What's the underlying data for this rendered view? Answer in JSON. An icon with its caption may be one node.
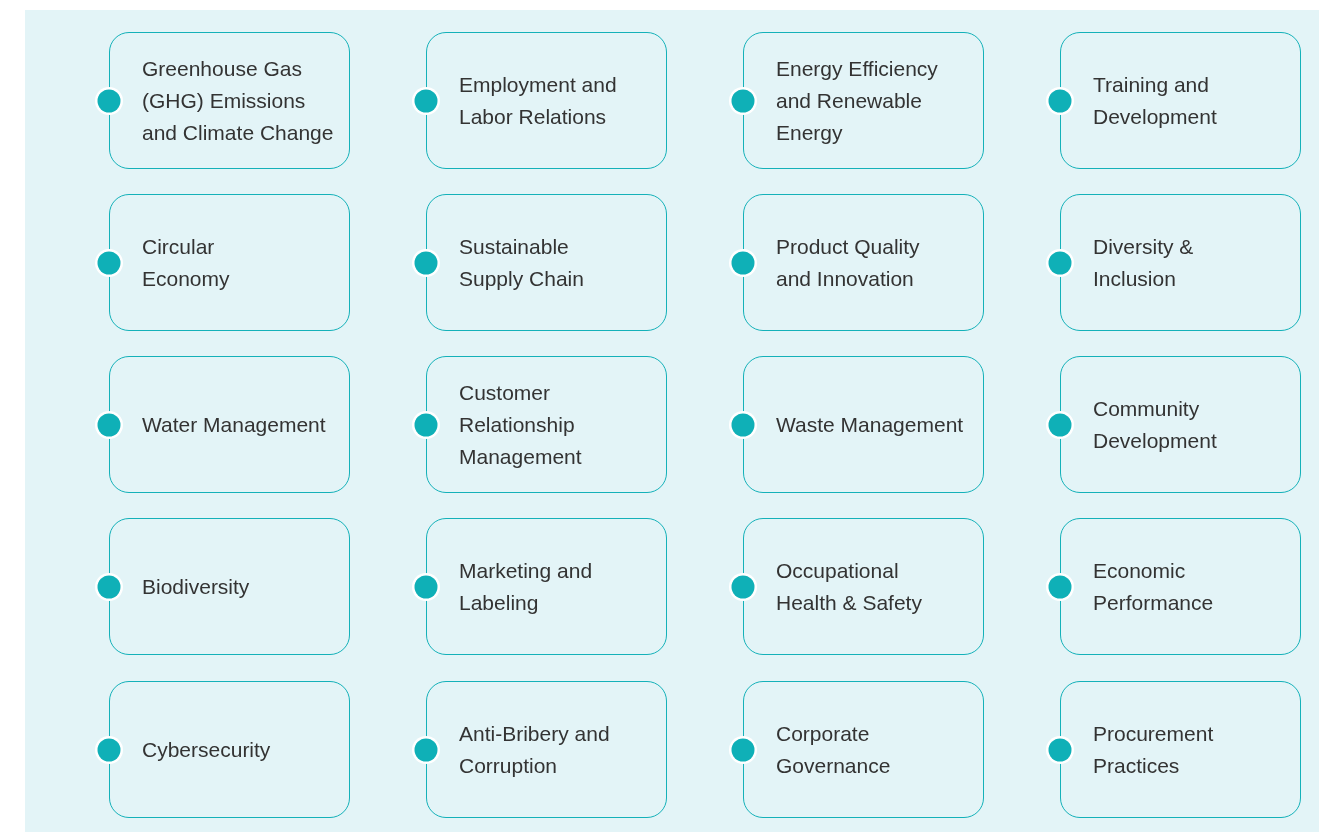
{
  "diagram": {
    "nodes": [
      {
        "text": [
          "Greenhouse Gas (GHG) Emissions and Climate Change"
        ]
      },
      {
        "text": [
          "Employment and Labor Relations"
        ]
      },
      {
        "text": [
          "Energy Efficiency and Renewable Energy"
        ]
      },
      {
        "text": [
          "Training and Development"
        ]
      },
      {
        "text": [
          "Circular Economy"
        ]
      },
      {
        "text": [
          "Sustainable Supply Chain"
        ]
      },
      {
        "text": [
          "Product Quality and Innovation"
        ]
      },
      {
        "text": [
          "Diversity & Inclusion"
        ]
      },
      {
        "text": [
          "Water Management"
        ]
      },
      {
        "text": [
          "Customer Relationship Management"
        ]
      },
      {
        "text": [
          "Waste Management"
        ]
      },
      {
        "text": [
          "Community Development"
        ]
      },
      {
        "text": [
          "Biodiversity"
        ]
      },
      {
        "text": [
          "Marketing and Labeling"
        ]
      },
      {
        "text": [
          "Occupational Health & Safety"
        ]
      },
      {
        "text": [
          "Economic Performance"
        ]
      },
      {
        "text": [
          "Cybersecurity"
        ]
      },
      {
        "text": [
          "Anti-Bribery and Corruption"
        ]
      },
      {
        "text": [
          "Corporate Governance"
        ]
      },
      {
        "text": [
          "Procurement Practices"
        ]
      }
    ]
  }
}
